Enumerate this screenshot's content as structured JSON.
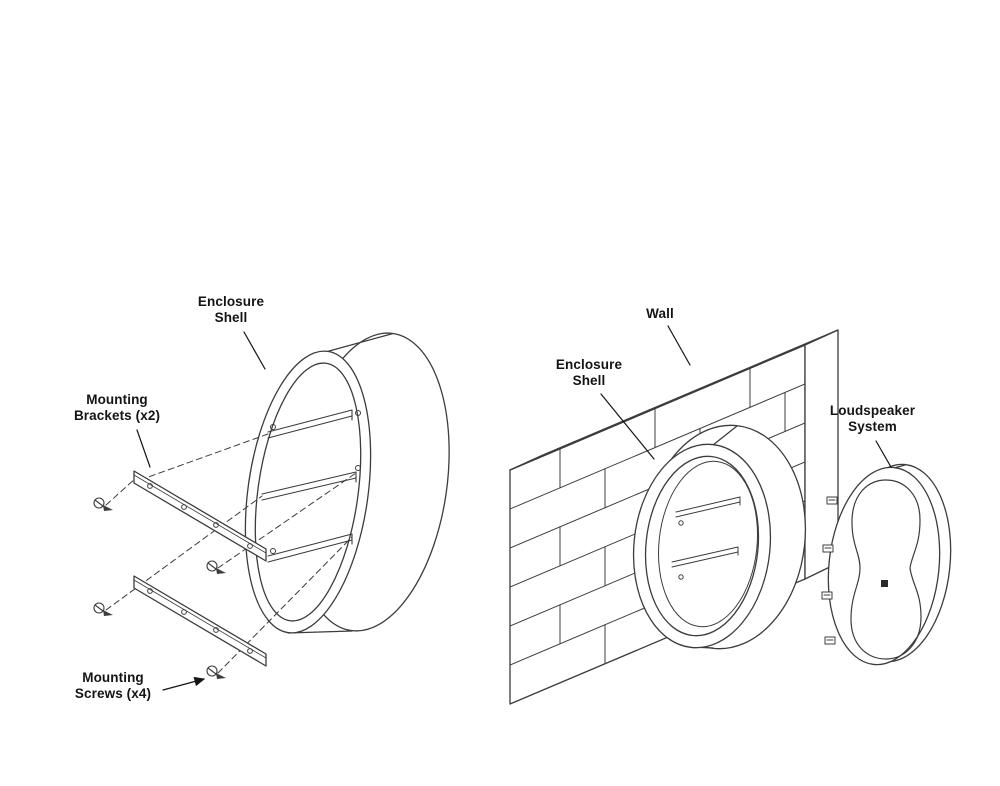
{
  "diagram": {
    "type": "installation-technical-diagram",
    "colors": {
      "background": "#ffffff",
      "line": "#3c3c3c",
      "text": "#141414"
    },
    "labels": {
      "enclosure_shell_left": {
        "line1": "Enclosure",
        "line2": "Shell"
      },
      "mounting_brackets": {
        "line1": "Mounting",
        "line2": "Brackets (x2)"
      },
      "mounting_screws": {
        "line1": "Mounting",
        "line2": "Screws (x4)"
      },
      "wall": {
        "line1": "Wall"
      },
      "enclosure_shell_right": {
        "line1": "Enclosure",
        "line2": "Shell"
      },
      "loudspeaker_system": {
        "line1": "Loudspeaker",
        "line2": "System"
      }
    }
  }
}
